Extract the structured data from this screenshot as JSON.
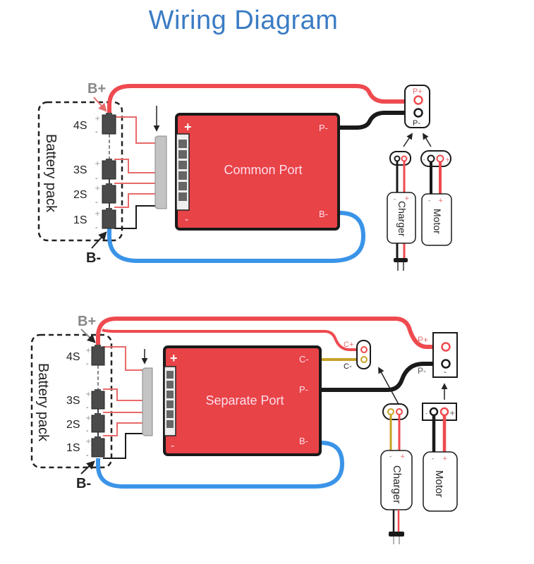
{
  "title": "Wiring Diagram",
  "colors": {
    "title": "#3b7cc4",
    "board": "#e84346",
    "positive_wire": "#ee4a4f",
    "negative_wire": "#1a1a1a",
    "b_minus_wire": "#3a94e8",
    "charger_minus_wire": "#c9a227",
    "cell": "#4a4a4a"
  },
  "diagrams": [
    {
      "id": "common",
      "board_label": "Common Port",
      "board_plus": "+",
      "board_minus": "-",
      "terminals": [
        "P-",
        "B-"
      ],
      "battery_pack_label": "Battery pack",
      "b_plus": "B+",
      "b_minus": "B-",
      "cells": [
        "4S",
        "3S",
        "2S",
        "1S"
      ],
      "cell_plus": "+",
      "cell_minus": "-",
      "output_connector": {
        "p_plus": "P+",
        "p_minus": "P-"
      },
      "charger": {
        "label": "Charger",
        "plus": "+",
        "minus": "-"
      },
      "motor": {
        "label": "Motor",
        "plus": "+",
        "minus": "-"
      }
    },
    {
      "id": "separate",
      "board_label": "Separate Port",
      "board_plus": "+",
      "board_minus": "-",
      "terminals": [
        "C-",
        "P-",
        "B-"
      ],
      "battery_pack_label": "Battery pack",
      "b_plus": "B+",
      "b_minus": "B-",
      "cells": [
        "4S",
        "3S",
        "2S",
        "1S"
      ],
      "cell_plus": "+",
      "cell_minus": "-",
      "charge_connector": {
        "c_plus": "C+",
        "c_minus": "C-"
      },
      "output_connector": {
        "p_plus": "P+",
        "p_minus": "P-",
        "minus": "-"
      },
      "charger": {
        "label": "Charger",
        "plus": "+",
        "minus": "-"
      },
      "motor": {
        "label": "Motor",
        "plus": "+",
        "minus": "-"
      }
    }
  ]
}
